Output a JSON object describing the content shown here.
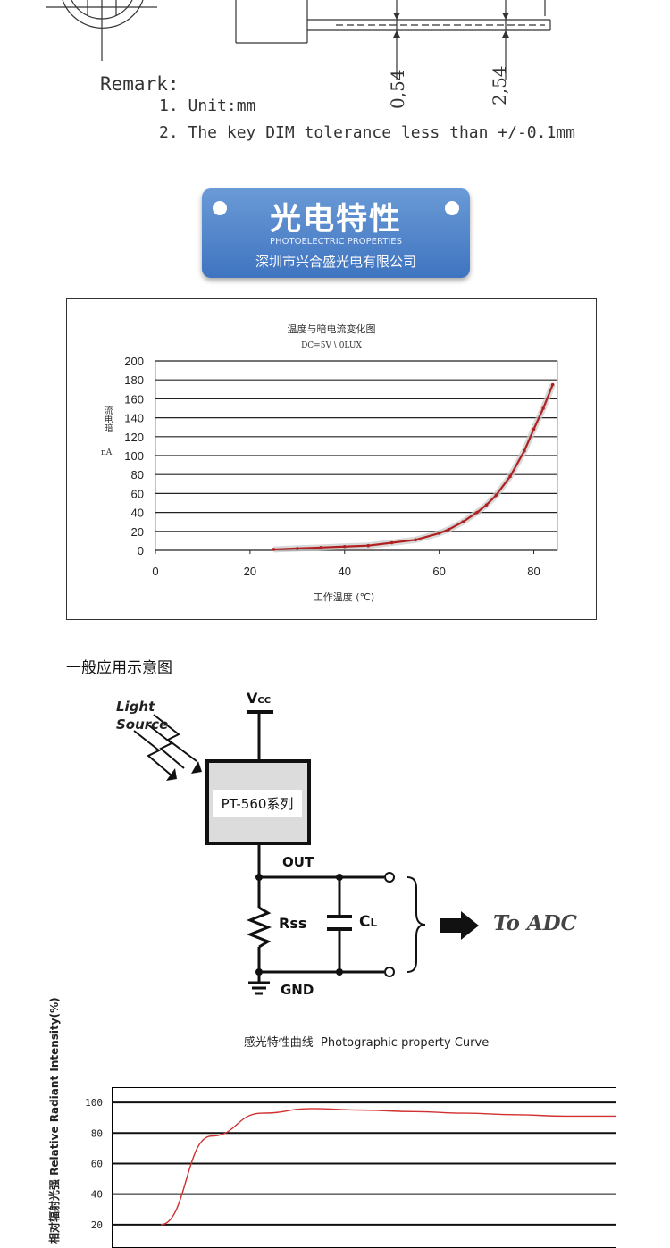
{
  "drawing": {
    "dim_a": "0,54",
    "dim_b": "2,54"
  },
  "remark": {
    "title": "Remark:",
    "items": [
      "1. Unit:mm",
      "2. The key DIM tolerance less than +/-0.1mm"
    ]
  },
  "banner": {
    "title": "光电特性",
    "subtitle": "PHOTOELECTRIC PROPERTIES",
    "company": "深圳市兴合盛光电有限公司",
    "color": "#4a80c8"
  },
  "chart_data": [
    {
      "type": "scatter",
      "title": "温度与暗电流变化图",
      "subtitle": "DC=5V \\ 0LUX",
      "xlabel": "工作温度 (℃)",
      "ylabel": "流电暗",
      "yunit": "nA",
      "xlim": [
        0,
        85
      ],
      "ylim": [
        0,
        200
      ],
      "xticks": [
        0,
        20,
        40,
        60,
        80
      ],
      "yticks": [
        0,
        20,
        40,
        60,
        80,
        100,
        120,
        140,
        160,
        180,
        200
      ],
      "grid": true,
      "series": [
        {
          "color": "#b02020",
          "x": [
            25,
            30,
            35,
            40,
            45,
            50,
            55,
            60,
            62,
            65,
            68,
            70,
            72,
            75,
            78,
            80,
            82,
            84
          ],
          "y": [
            1,
            2,
            3,
            4,
            5,
            8,
            11,
            18,
            22,
            30,
            40,
            48,
            58,
            78,
            105,
            128,
            150,
            175
          ]
        }
      ]
    },
    {
      "type": "line",
      "title": "感光特性曲线  Photographic property Curve",
      "ylabel": "相对辐射光强 Relative Radiant Intensity(%)",
      "ylim": [
        0,
        110
      ],
      "yticks": [
        20,
        40,
        60,
        80,
        100
      ],
      "grid": true,
      "series": [
        {
          "color": "#d03030",
          "x": [
            0.1,
            0.2,
            0.3,
            0.4,
            0.5,
            0.6,
            0.7,
            0.8,
            0.9,
            1.0
          ],
          "y": [
            20,
            78,
            93,
            96,
            95,
            94,
            93,
            92,
            91,
            91
          ]
        }
      ]
    }
  ],
  "section_app": {
    "title": "一般应用示意图"
  },
  "circuit": {
    "light_source_1": "Light",
    "light_source_2": "Source",
    "vcc": "V",
    "vcc_sub": "CC",
    "device": "PT-560系列",
    "out": "OUT",
    "rss": "Rss",
    "cl": "C",
    "cl_sub": "L",
    "gnd": "GND",
    "to_adc": "To ADC"
  }
}
